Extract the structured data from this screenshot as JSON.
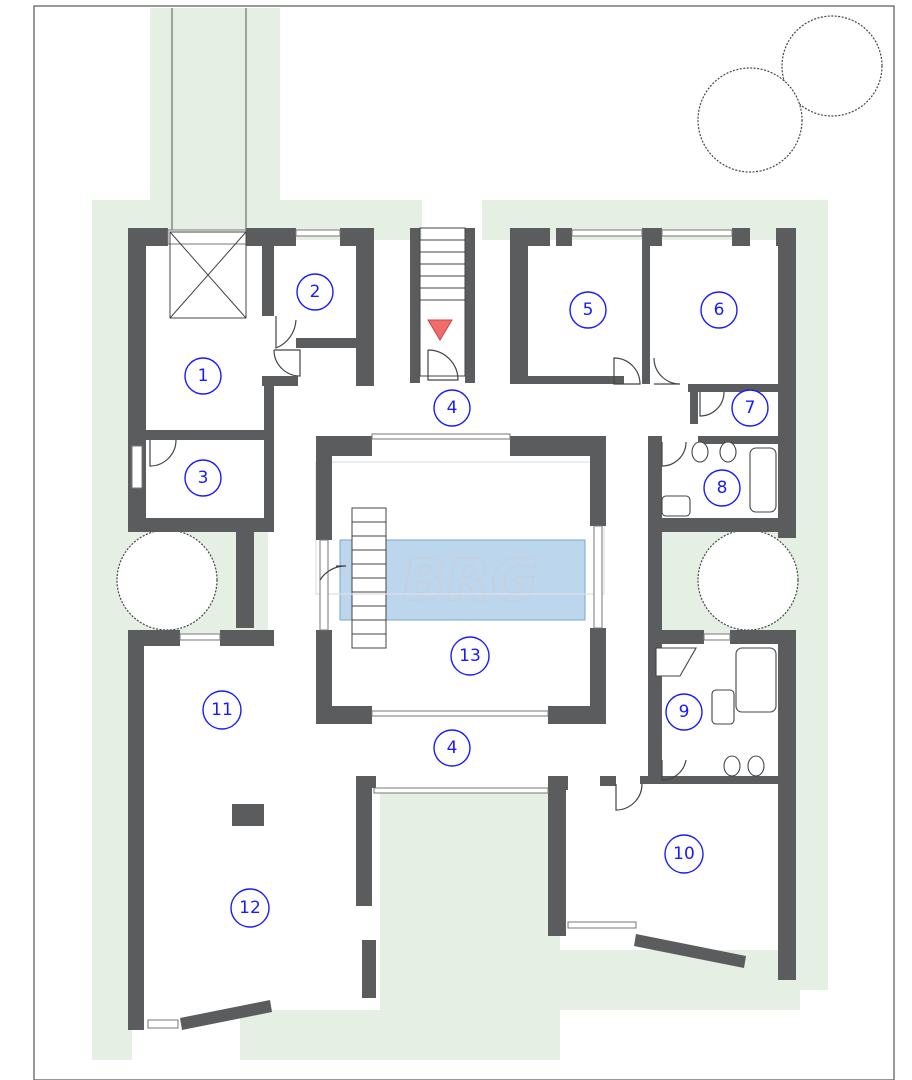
{
  "plan": {
    "watermark": "BRG",
    "rooms": [
      {
        "id": "room-1",
        "label": "1"
      },
      {
        "id": "room-2",
        "label": "2"
      },
      {
        "id": "room-3",
        "label": "3"
      },
      {
        "id": "room-4-north",
        "label": "4"
      },
      {
        "id": "room-4-south",
        "label": "4"
      },
      {
        "id": "room-5",
        "label": "5"
      },
      {
        "id": "room-6",
        "label": "6"
      },
      {
        "id": "room-7",
        "label": "7"
      },
      {
        "id": "room-8",
        "label": "8"
      },
      {
        "id": "room-9",
        "label": "9"
      },
      {
        "id": "room-10",
        "label": "10"
      },
      {
        "id": "room-11",
        "label": "11"
      },
      {
        "id": "room-12",
        "label": "12"
      },
      {
        "id": "room-13",
        "label": "13"
      }
    ],
    "colors": {
      "wall": "#5b5c5e",
      "grass": "#e6efe3",
      "label": "#1a1aff",
      "entrance_marker": "#f06b6b",
      "pool": "#bcd6ee"
    }
  }
}
